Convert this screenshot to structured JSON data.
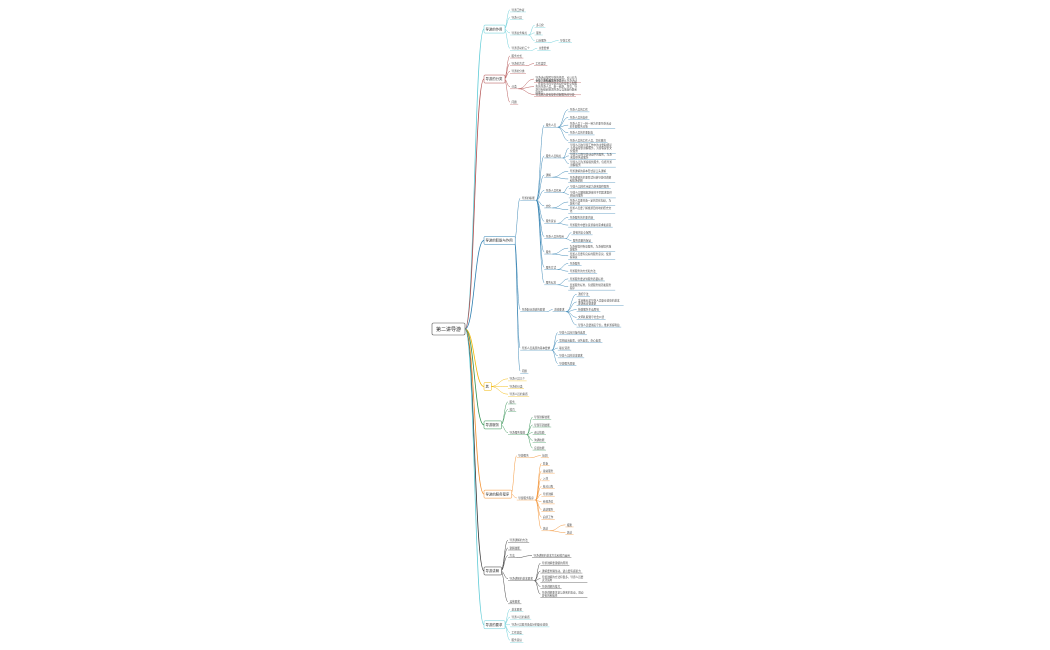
{
  "root": "第二讲导游",
  "colors": [
    "#5ecbd6",
    "#b04a4a",
    "#2f7fb0",
    "#f2b705",
    "#2f8f4f",
    "#f28c28",
    "#333333",
    "#5ecbd6",
    "#555555"
  ],
  "branches": [
    {
      "label": "导游的作用",
      "children": [
        {
          "label": "导游工作者"
        },
        {
          "label": "导游人员"
        },
        {
          "label": "导游业务特点",
          "children": [
            {
              "label": "多元化"
            },
            {
              "label": "服务"
            },
            {
              "label": "口头服务",
              "children": [
                {
                  "label": "导游工作"
                }
              ]
            }
          ]
        },
        {
          "label": "导游活动的三个",
          "children": [
            {
              "label": "主要要求"
            }
          ]
        }
      ]
    },
    {
      "label": "导游的分类",
      "children": [
        {
          "label": "服务方式"
        },
        {
          "label": "导游的方式",
          "children": [
            {
              "label": "工作类型"
            }
          ]
        },
        {
          "label": "导游的分类"
        },
        {
          "label": "分类",
          "children": [
            {
              "label": "导游活动按照导游的性质，可以分为专业导游和兼职导游几种"
            },
            {
              "label": "全陪、地陪和景点导游，从导游活动，在跨省市的导游活动中提供全程服务的导游人员，由一组游，均匀，导游具有组织协调导游与当地接待联系的能力"
            },
            {
              "label": "在当地为游客提供讲解服务的导游"
            }
          ]
        },
        {
          "label": "问题"
        }
      ]
    },
    {
      "label": "导游的职能与作用",
      "children": [
        {
          "label": "导游的职能",
          "children": [
            {
              "label": "服务人员",
              "children": [
                {
                  "label": "导游人员的工作"
                },
                {
                  "label": "导游人员的责任"
                },
                {
                  "label": "导游人员了一种一种为主要导游活动的主要服务对象"
                },
                {
                  "label": "导游人员的主要职责"
                },
                {
                  "label": "导游人员的工作人员，文化教育"
                }
              ]
            },
            {
              "label": "服务人员特点",
              "children": [
                {
                  "label": "导游人员在导游工作中的主要职能是为游客提供讲解服务，为游客提供文化服务"
                },
                {
                  "label": "导游人员在导游活动中的服务，为游客提供各项服务"
                },
                {
                  "label": "导游人员为游客提供服务，包括导游讲解服务"
                }
              ]
            },
            {
              "label": "讲解",
              "children": [
                {
                  "label": "导游讲解的基本形式是口头讲解"
                },
                {
                  "label": "导游讲解的主要形式包括导游词讲解和现场讲解"
                }
              ]
            },
            {
              "label": "导游人员作用",
              "children": [
                {
                  "label": "导游人员的作用是为游客提供服务"
                },
                {
                  "label": "导游人员要根据游客的不同需求提供相应的服务"
                }
              ]
            },
            {
              "label": "文化",
              "children": [
                {
                  "label": "导游人员要具备一定的文化知识，为游客介绍"
                },
                {
                  "label": "导游人员要了解旅游目的地的历史文化"
                }
              ]
            },
            {
              "label": "服务意识",
              "children": [
                {
                  "label": "导游服务的主要内容"
                },
                {
                  "label": "导游服务中要注意游客的需求和感受"
                }
              ]
            },
            {
              "label": "导游人员的作用",
              "children": [
                {
                  "label": "游客的安全保障"
                },
                {
                  "label": "服务质量的保证"
                }
              ]
            },
            {
              "label": "服务",
              "children": [
                {
                  "label": "为游客提供各项服务，为游客提供旅游服务"
                },
                {
                  "label": "导游人员要有良好的服务意识，使游客满意"
                }
              ]
            },
            {
              "label": "服务方式",
              "children": [
                {
                  "label": "导游服务"
                },
                {
                  "label": "导游服务的方式和方法"
                }
              ]
            },
            {
              "label": "服务标准",
              "children": [
                {
                  "label": "导游服务要达到服务质量标准"
                },
                {
                  "label": "导游服务标准，包括服务规范和服务程序"
                }
              ]
            }
          ]
        },
        {
          "label": "导游职业道德的要求",
          "children": [
            {
              "label": "道德要求",
              "children": [
                {
                  "label": "遵纪守法"
                },
                {
                  "label": "爱岗敬业是导游人员职业道德的基本要求和首要要求"
                },
                {
                  "label": "热情服务主动周到"
                },
                {
                  "label": "文明礼貌遵守社会公德"
                },
                {
                  "label": "导游人员要诚实守信，维护游客利益"
                }
              ]
            }
          ]
        },
        {
          "label": "导游人员素质的基本要求",
          "children": [
            {
              "label": "导游人员应具备的素质"
            },
            {
              "label": "思想政治素质，业务素质，身心素质"
            },
            {
              "label": "职业道德"
            },
            {
              "label": "导游人员的基本要求"
            },
            {
              "label": "导游服务质量"
            }
          ]
        },
        {
          "label": "问题"
        }
      ]
    },
    {
      "label": "其",
      "children": [
        {
          "label": "导游人员三个"
        },
        {
          "label": "导游的分类"
        },
        {
          "label": "导游人员的素质"
        }
      ]
    },
    {
      "label": "导游服务",
      "children": [
        {
          "label": "服务"
        },
        {
          "label": "技巧"
        },
        {
          "label": "导游服务技能",
          "children": [
            {
              "label": "导游讲解技能"
            },
            {
              "label": "导游带团技能"
            },
            {
              "label": "语言技能"
            },
            {
              "label": "沟通技能"
            },
            {
              "label": "应变技能"
            }
          ]
        }
      ]
    },
    {
      "label": "导游的服务程序",
      "children": [
        {
          "label": "导游服务",
          "children": [
            {
              "label": "接团"
            }
          ]
        },
        {
          "label": "导游服务程序",
          "children": [
            {
              "label": "准备"
            },
            {
              "label": "接站服务"
            },
            {
              "label": "入住"
            },
            {
              "label": "核对日程"
            },
            {
              "label": "导游讲解"
            },
            {
              "label": "参观游览"
            },
            {
              "label": "送站服务"
            },
            {
              "label": "后续工作"
            },
            {
              "label": "总结",
              "children": [
                {
                  "label": "报账"
                },
                {
                  "label": "总结"
                }
              ]
            }
          ]
        }
      ]
    },
    {
      "label": "导游讲解",
      "children": [
        {
          "label": "导游讲解的方法"
        },
        {
          "label": "讲解技能"
        },
        {
          "label": "方法",
          "children": [
            {
              "label": "导游讲解的基本方法和技巧运用"
            }
          ]
        },
        {
          "label": "导游讲解的基本要求",
          "children": [
            {
              "label": "导游讲解要遵循的原则"
            },
            {
              "label": "讲解要准确生动，语言要有感染力"
            },
            {
              "label": "导游讲解的方法有很多，导游人员要灵活运用"
            },
            {
              "label": "导游讲解的技巧"
            },
            {
              "label": "导游讲解要注意与游客的互动，调动游客的积极性"
            }
          ]
        },
        {
          "label": "其他要求"
        }
      ]
    },
    {
      "label": "导游的要求",
      "children": [
        {
          "label": "基本要求"
        },
        {
          "label": "导游人员的素质"
        },
        {
          "label": "导游人员要具备良好的职业道德"
        },
        {
          "label": "工作态度"
        },
        {
          "label": "服务意识"
        }
      ]
    }
  ]
}
